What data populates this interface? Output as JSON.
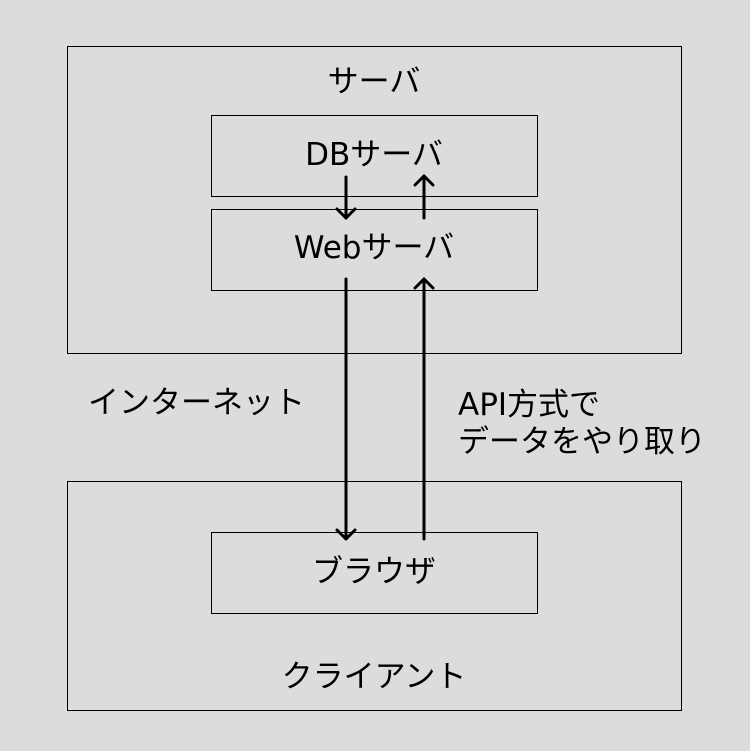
{
  "server": {
    "title": "サーバ",
    "db_label": "DBサーバ",
    "web_label": "Webサーバ"
  },
  "network": {
    "internet_label": "インターネット",
    "api_line1": "API方式で",
    "api_line2": "データをやり取り"
  },
  "client": {
    "title": "クライアント",
    "browser_label": "ブラウザ"
  }
}
